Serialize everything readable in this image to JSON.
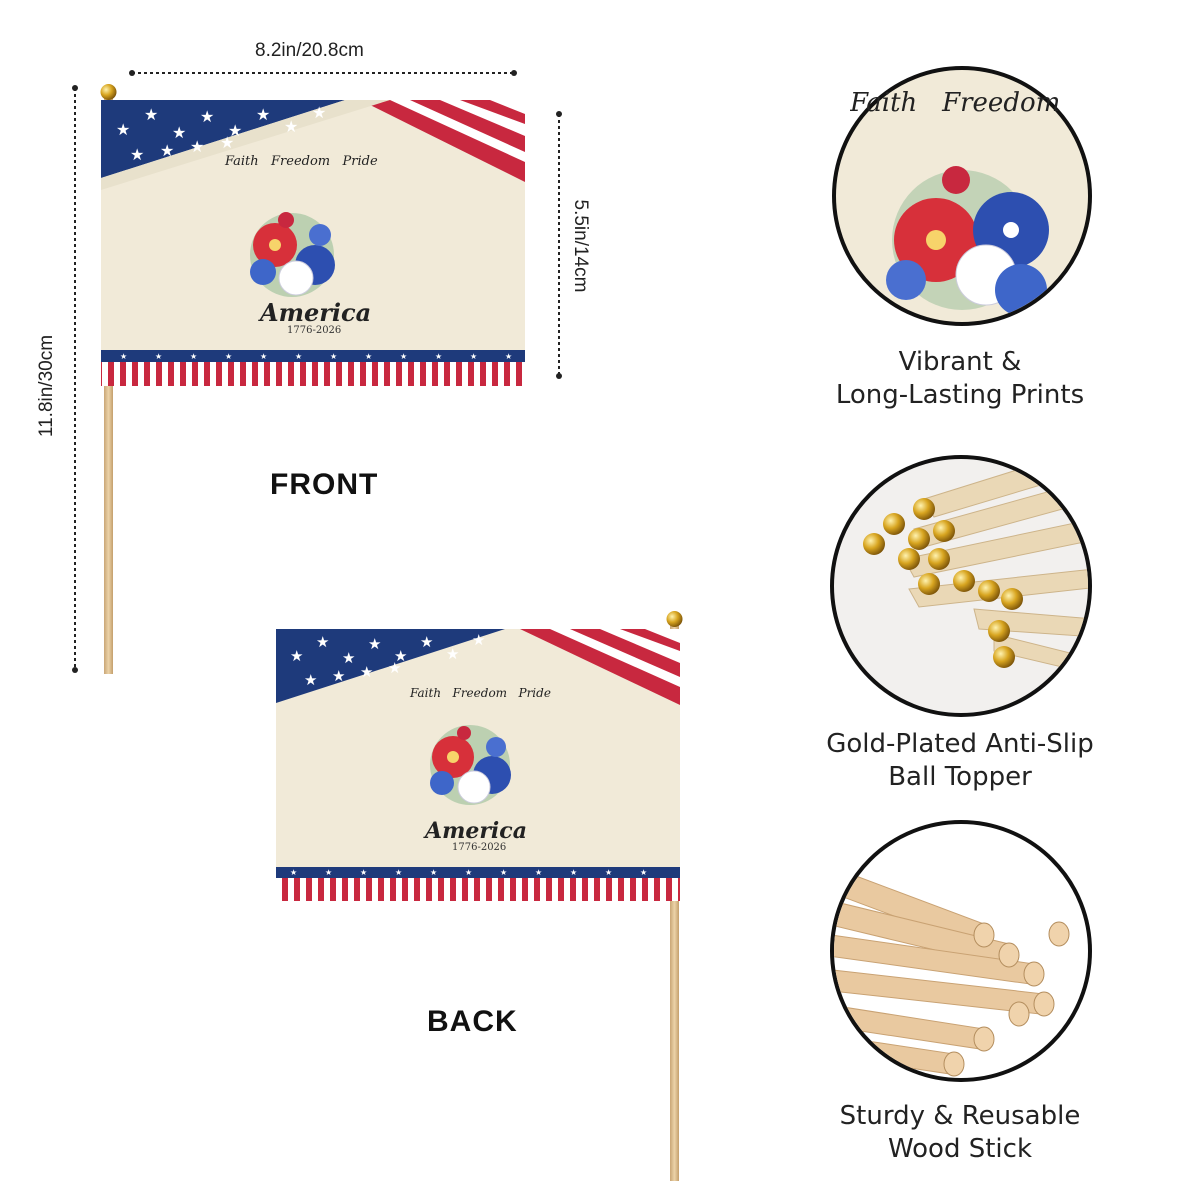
{
  "dimensions": {
    "width": "8.2in/20.8cm",
    "flag_height": "5.5in/14cm",
    "total_height": "11.8in/30cm"
  },
  "views": {
    "front": "FRONT",
    "back": "BACK"
  },
  "flag": {
    "motto": "Faith   Freedom   Pride",
    "title": "America",
    "years": "1776-2026"
  },
  "features": [
    {
      "line1": "Vibrant &",
      "line2": "Long-Lasting Prints"
    },
    {
      "line1": "Gold-Plated Anti-Slip",
      "line2": "Ball Topper"
    },
    {
      "line1": "Sturdy & Reusable",
      "line2": "Wood Stick"
    }
  ],
  "colors": {
    "navy": "#1e3a7b",
    "red": "#c8283f",
    "cream": "#f1ead8",
    "wood": "#e3c79c",
    "gold": "#d8a520"
  }
}
